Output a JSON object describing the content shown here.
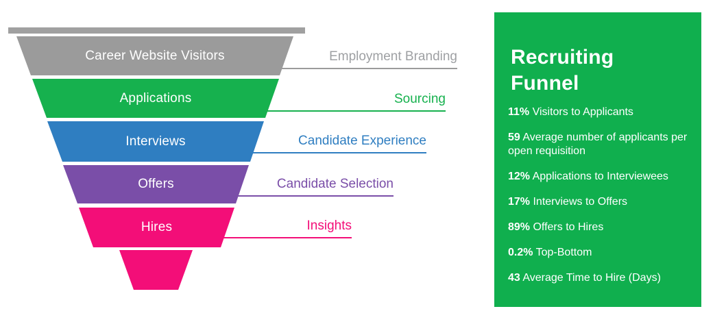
{
  "funnel": {
    "top_bar_color": "#A0A0A0",
    "spout_color": "#F30E78",
    "stages": [
      {
        "label": "Career Website Visitors",
        "color": "#9B9B9B",
        "tag": "Employment Branding",
        "tag_color": "#9EA0A3",
        "line_color": "#9B9B9B"
      },
      {
        "label": "Applications",
        "color": "#16B14E",
        "tag": "Sourcing",
        "tag_color": "#16B14E",
        "line_color": "#16B14E"
      },
      {
        "label": "Interviews",
        "color": "#2F7EC1",
        "tag": "Candidate Experience",
        "tag_color": "#2F7EC1",
        "line_color": "#2F7EC1"
      },
      {
        "label": "Offers",
        "color": "#7A4EA8",
        "tag": "Candidate Selection",
        "tag_color": "#7A4EA8",
        "line_color": "#7A4EA8"
      },
      {
        "label": "Hires",
        "color": "#F30E78",
        "tag": "Insights",
        "tag_color": "#F30E78",
        "line_color": "#F30E78"
      }
    ]
  },
  "panel": {
    "bg_color": "#10AF4E",
    "title": "Recruiting Funnel",
    "stats": [
      {
        "value": "11%",
        "text": "Visitors to Applicants"
      },
      {
        "value": "59",
        "text": "Average number of applicants per open requisition"
      },
      {
        "value": "12%",
        "text": "Applications to Interviewees"
      },
      {
        "value": "17%",
        "text": "Interviews to Offers"
      },
      {
        "value": "89%",
        "text": "Offers to Hires"
      },
      {
        "value": "0.2%",
        "text": "Top-Bottom"
      },
      {
        "value": "43",
        "text": "Average Time to Hire (Days)"
      }
    ]
  }
}
